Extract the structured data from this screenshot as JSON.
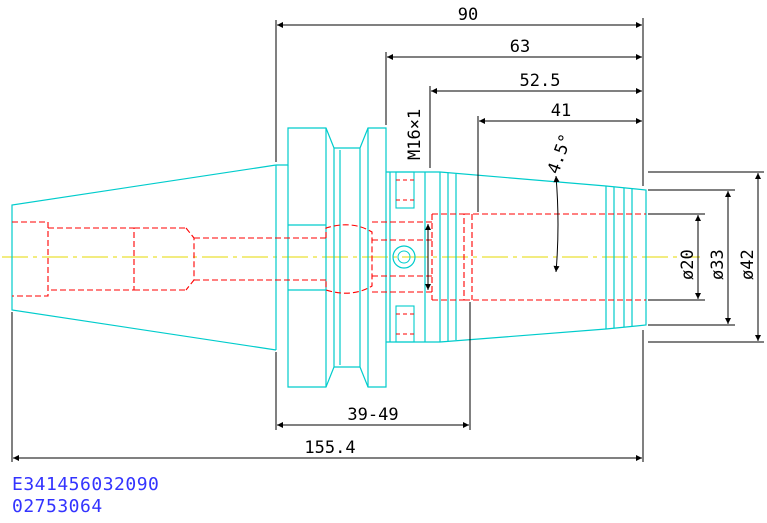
{
  "colors": {
    "outline": "#00cccc",
    "hidden": "#ff0000",
    "centerline": "#e6d800",
    "dimension": "#000000",
    "note_text": "#3333ff"
  },
  "dimensions": {
    "d90": "90",
    "d63": "63",
    "d52_5": "52.5",
    "d41": "41",
    "thread": "M16×1",
    "taper_angle": "4.5°",
    "dia20": "ø20",
    "dia33": "ø33",
    "dia42": "ø42",
    "d39_49": "39-49",
    "d155_4": "155.4"
  },
  "notes": {
    "code": "E341456032090",
    "number": "02753064"
  }
}
